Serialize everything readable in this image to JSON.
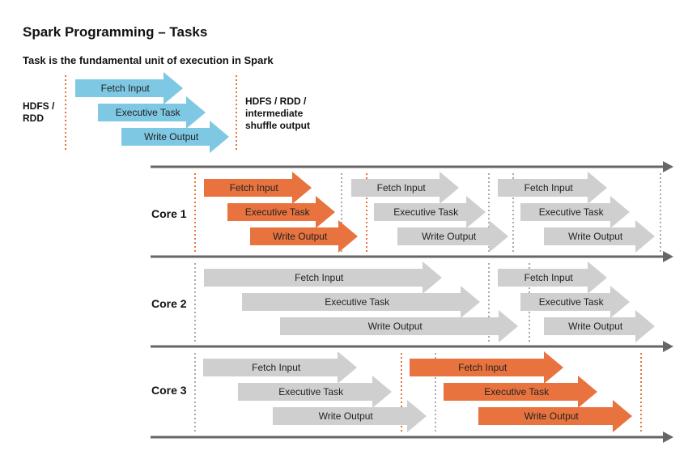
{
  "title": "Spark Programming – Tasks",
  "subtitle": "Task is the fundamental unit of execution in Spark",
  "legend": {
    "left_label": "HDFS /\nRDD",
    "right_label": "HDFS / RDD /\nintermediate\nshuffle output"
  },
  "steps": [
    "Fetch Input",
    "Executive Task",
    "Write Output"
  ],
  "cores": [
    {
      "label": "Core 1"
    },
    {
      "label": "Core 2"
    },
    {
      "label": "Core 3"
    }
  ],
  "colors": {
    "legend_arrow": "#7ec8e3",
    "highlight_arrow": "#e8733f",
    "gray_arrow": "#cfcfcf",
    "axis": "#666666",
    "highlight_divider": "#e8733f",
    "gray_divider": "#aaaaaa"
  }
}
